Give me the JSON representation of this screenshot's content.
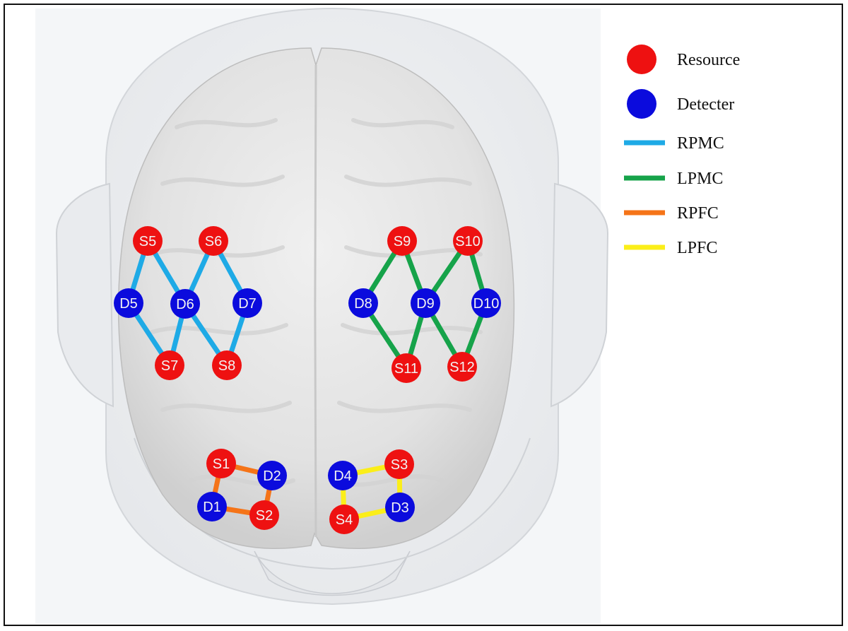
{
  "legend": {
    "items": [
      {
        "kind": "dot",
        "color": "#ee1111",
        "label": "Resource"
      },
      {
        "kind": "dot",
        "color": "#0b0bdd",
        "label": "Detecter"
      },
      {
        "kind": "line",
        "color": "#1eaae6",
        "label": "RPMC"
      },
      {
        "kind": "line",
        "color": "#16a34a",
        "label": "LPMC"
      },
      {
        "kind": "line",
        "color": "#f57418",
        "label": "RPFC"
      },
      {
        "kind": "line",
        "color": "#fbee19",
        "label": "LPFC"
      }
    ]
  },
  "colors": {
    "source": "#ee1111",
    "detector": "#0b0bdd",
    "RPMC": "#1eaae6",
    "LPMC": "#16a34a",
    "RPFC": "#f57418",
    "LPFC": "#fbee19"
  },
  "nodes": [
    {
      "id": "S1",
      "type": "source"
    },
    {
      "id": "S2",
      "type": "source"
    },
    {
      "id": "S3",
      "type": "source"
    },
    {
      "id": "S4",
      "type": "source"
    },
    {
      "id": "S5",
      "type": "source"
    },
    {
      "id": "S6",
      "type": "source"
    },
    {
      "id": "S7",
      "type": "source"
    },
    {
      "id": "S8",
      "type": "source"
    },
    {
      "id": "S9",
      "type": "source"
    },
    {
      "id": "S10",
      "type": "source"
    },
    {
      "id": "S11",
      "type": "source"
    },
    {
      "id": "S12",
      "type": "source"
    },
    {
      "id": "D1",
      "type": "detector"
    },
    {
      "id": "D2",
      "type": "detector"
    },
    {
      "id": "D3",
      "type": "detector"
    },
    {
      "id": "D4",
      "type": "detector"
    },
    {
      "id": "D5",
      "type": "detector"
    },
    {
      "id": "D6",
      "type": "detector"
    },
    {
      "id": "D7",
      "type": "detector"
    },
    {
      "id": "D8",
      "type": "detector"
    },
    {
      "id": "D9",
      "type": "detector"
    },
    {
      "id": "D10",
      "type": "detector"
    }
  ],
  "edges": [
    {
      "from": "S5",
      "to": "D5",
      "region": "RPMC"
    },
    {
      "from": "S5",
      "to": "D6",
      "region": "RPMC"
    },
    {
      "from": "S6",
      "to": "D6",
      "region": "RPMC"
    },
    {
      "from": "S6",
      "to": "D7",
      "region": "RPMC"
    },
    {
      "from": "D5",
      "to": "S7",
      "region": "RPMC"
    },
    {
      "from": "D6",
      "to": "S7",
      "region": "RPMC"
    },
    {
      "from": "D6",
      "to": "S8",
      "region": "RPMC"
    },
    {
      "from": "D7",
      "to": "S8",
      "region": "RPMC"
    },
    {
      "from": "S9",
      "to": "D8",
      "region": "LPMC"
    },
    {
      "from": "S9",
      "to": "D9",
      "region": "LPMC"
    },
    {
      "from": "S10",
      "to": "D9",
      "region": "LPMC"
    },
    {
      "from": "S10",
      "to": "D10",
      "region": "LPMC"
    },
    {
      "from": "D8",
      "to": "S11",
      "region": "LPMC"
    },
    {
      "from": "D9",
      "to": "S11",
      "region": "LPMC"
    },
    {
      "from": "D9",
      "to": "S12",
      "region": "LPMC"
    },
    {
      "from": "D10",
      "to": "S12",
      "region": "LPMC"
    },
    {
      "from": "S1",
      "to": "D2",
      "region": "RPFC"
    },
    {
      "from": "S1",
      "to": "D1",
      "region": "RPFC"
    },
    {
      "from": "D1",
      "to": "S2",
      "region": "RPFC"
    },
    {
      "from": "D2",
      "to": "S2",
      "region": "RPFC"
    },
    {
      "from": "D4",
      "to": "S3",
      "region": "LPFC"
    },
    {
      "from": "D4",
      "to": "S4",
      "region": "LPFC"
    },
    {
      "from": "S3",
      "to": "D3",
      "region": "LPFC"
    },
    {
      "from": "S4",
      "to": "D3",
      "region": "LPFC"
    }
  ]
}
